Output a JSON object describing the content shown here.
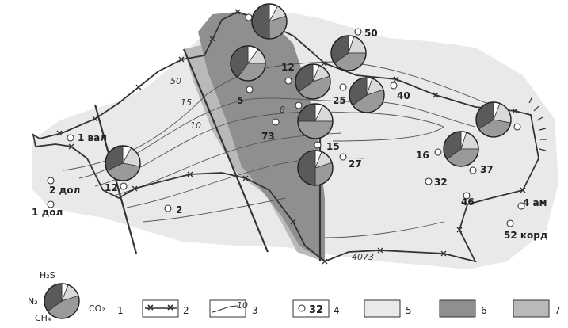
{
  "map": {
    "contour_labels": [
      "50",
      "15",
      "10",
      "8",
      "4073"
    ],
    "wells": [
      {
        "id": "w1",
        "label": "1 вал"
      },
      {
        "id": "w2",
        "label": "2 дол"
      },
      {
        "id": "w3",
        "label": "1 дол"
      },
      {
        "id": "w4",
        "label": "12"
      },
      {
        "id": "w5",
        "label": "2"
      },
      {
        "id": "w6",
        "label": "5"
      },
      {
        "id": "w7",
        "label": "12"
      },
      {
        "id": "w8",
        "label": "73"
      },
      {
        "id": "w9",
        "label": "15"
      },
      {
        "id": "w10",
        "label": "27"
      },
      {
        "id": "w11",
        "label": "25"
      },
      {
        "id": "w12",
        "label": "50"
      },
      {
        "id": "w13",
        "label": "40"
      },
      {
        "id": "w14",
        "label": "16"
      },
      {
        "id": "w15",
        "label": "37"
      },
      {
        "id": "w16",
        "label": "32"
      },
      {
        "id": "w17",
        "label": "46"
      },
      {
        "id": "w18",
        "label": "4 ам"
      },
      {
        "id": "w19",
        "label": "52 корд"
      }
    ]
  },
  "legend": {
    "gas_labels": {
      "h2s": "H₂S",
      "n2": "N₂",
      "ch4": "CH₄",
      "co2": "CO₂"
    },
    "sample_well_label": "32",
    "sample_contour_label": "10",
    "items": [
      {
        "num": "1"
      },
      {
        "num": "2"
      },
      {
        "num": "3"
      },
      {
        "num": "4"
      },
      {
        "num": "5"
      },
      {
        "num": "6"
      },
      {
        "num": "7"
      }
    ],
    "fills": {
      "zone5": "#e9e9e9",
      "zone6": "#8f8f8f",
      "zone7": "#b9b9b9"
    }
  }
}
